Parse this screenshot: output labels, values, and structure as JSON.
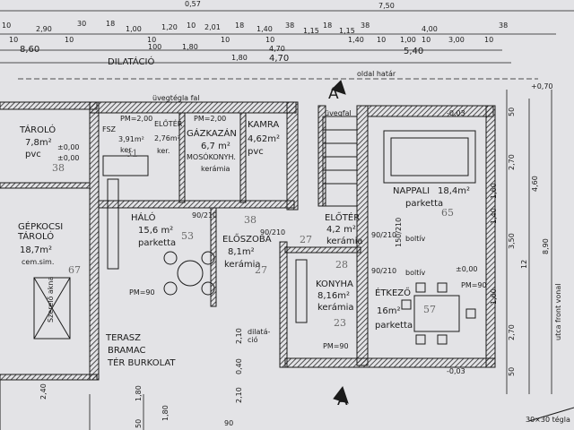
{
  "colors": {
    "paper": "#e3e3e6",
    "ink": "#1b1b1b",
    "wall_hatch": "#2a2a2a",
    "pencil": "#6a6a6a"
  },
  "top_dims": {
    "row1": [
      "0,57",
      "7,50"
    ],
    "row2": [
      "10",
      "30",
      "18",
      "1,20",
      "10",
      "2,01",
      "18",
      "1,40",
      "38",
      "1,15",
      "18",
      "1,15",
      "38",
      "4,00",
      "38"
    ],
    "row3": [
      "10",
      "2,90",
      "10",
      "1,00",
      "10",
      "4,70",
      "10",
      "1,80",
      "10",
      "1,40",
      "10",
      "1,00",
      "10",
      "3,00",
      "10"
    ],
    "row4": [
      "8,60",
      "100",
      "1,80",
      "4,70",
      "5,40"
    ]
  },
  "header_labels": {
    "dilatacio": "DILATÁCIÓ",
    "uvegtegla": "üvegtégla fal",
    "oldal_hatar": "oldal határ",
    "uvegfal": "üvegfal",
    "section_mark": "A"
  },
  "rooms": {
    "tarolo": {
      "name": "TÁROLÓ",
      "area": "7,8m²",
      "floor": "pvc",
      "level": "±0,00"
    },
    "fsz": {
      "name": "FSZ",
      "area": "3,91m²",
      "floor": "ker.",
      "dim": "PM=2,00"
    },
    "eloter_left": {
      "name": "ELŐTÉR",
      "area": "2,76m²",
      "floor": "ker."
    },
    "gazkazan": {
      "name": "GÁZKAZÁN",
      "area": "6,7 m²",
      "sub": "MOSÓKONYH.",
      "floor": "kerámia",
      "dim": "PM=2,00"
    },
    "kamra": {
      "name": "KAMRA",
      "area": "4,62m²",
      "floor": "pvc"
    },
    "halo": {
      "name": "HÁLÓ",
      "area": "15,6 m²",
      "floor": "parketta",
      "pm": "PM=90"
    },
    "geptarolo": {
      "name": "GÉPKOCSI TÁROLÓ",
      "area": "18,7m²",
      "floor": "cem.sim."
    },
    "eloszoba": {
      "name": "ELŐSZOBA",
      "area": "8,1m²",
      "floor": "kerámia"
    },
    "eloter_right": {
      "name": "ELŐTÉR",
      "area": "4,2 m²",
      "floor": "kerámia"
    },
    "nappali": {
      "name": "NAPPALI",
      "area": "18,4m²",
      "floor": "parketta"
    },
    "konyha": {
      "name": "KONYHA",
      "area": "8,16m²",
      "floor": "kerámia",
      "pm": "PM=90"
    },
    "etkezo": {
      "name": "ÉTKEZŐ",
      "area": "16m²",
      "floor": "parketta",
      "pm": "PM=90"
    },
    "terasz": {
      "name": "TERASZ",
      "sub1": "BRAMAC",
      "sub2": "TÉR BURKOLAT"
    }
  },
  "annotations": {
    "boltiv1": "boltív",
    "boltiv2": "boltív",
    "dilatacio2": "dilatá-ció",
    "szerelo": "Szerelő akna",
    "level1": "-0,03",
    "level2": "-0,03",
    "level3": "±0,00",
    "level4": "±0,00",
    "level5": "+0,70",
    "utca": "utca front vonal",
    "tegla": "30×30 tégla",
    "section_bottom": "A",
    "dims_right": [
      "50",
      "2,70",
      "4,60",
      "3,50",
      "8,90",
      "2,70",
      "50",
      "1,60",
      "1,40",
      "1,60",
      "12"
    ],
    "dims_bottom": [
      "2,40",
      "1,80",
      "50",
      "2,10",
      "0,40",
      "2,10",
      "1,80",
      "90"
    ],
    "door_tags": [
      "90/210",
      "90/210",
      "90/210",
      "150/210",
      "90/210"
    ],
    "pencil": [
      "38",
      "38",
      "31",
      "65",
      "53",
      "27",
      "67",
      "57",
      "28",
      "27",
      "23"
    ]
  }
}
